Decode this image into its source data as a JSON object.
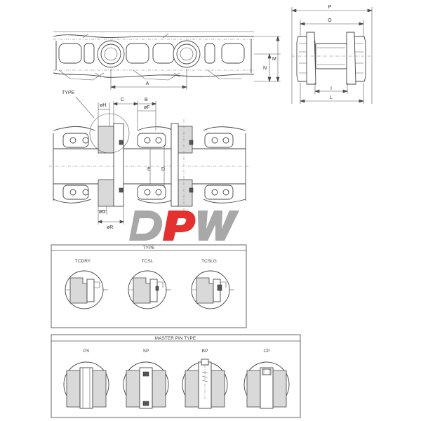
{
  "brand": {
    "logo_text": "DPW",
    "colors": {
      "grey": "#a8a8a8",
      "red": "#e4312f"
    }
  },
  "dimensions": {
    "side_view": {
      "A": "A",
      "M": "M",
      "N": "N"
    },
    "end_view": {
      "P": "P",
      "O": "O",
      "I": "I",
      "L": "L"
    },
    "section_view": {
      "type": "TYPE",
      "H": "øH",
      "C": "C",
      "B": "B",
      "F": "øF",
      "E": "E",
      "D": "D",
      "G": "øG",
      "R": "øR"
    }
  },
  "type_panel": {
    "title": "TYPE",
    "items": [
      {
        "label": "TCDRY"
      },
      {
        "label": "TCSL"
      },
      {
        "label": "TCSLG"
      }
    ]
  },
  "master_pin_panel": {
    "title": "MASTER PIN TYPE",
    "items": [
      {
        "label": "PS"
      },
      {
        "label": "SP"
      },
      {
        "label": "BP"
      },
      {
        "label": "CP"
      }
    ]
  }
}
